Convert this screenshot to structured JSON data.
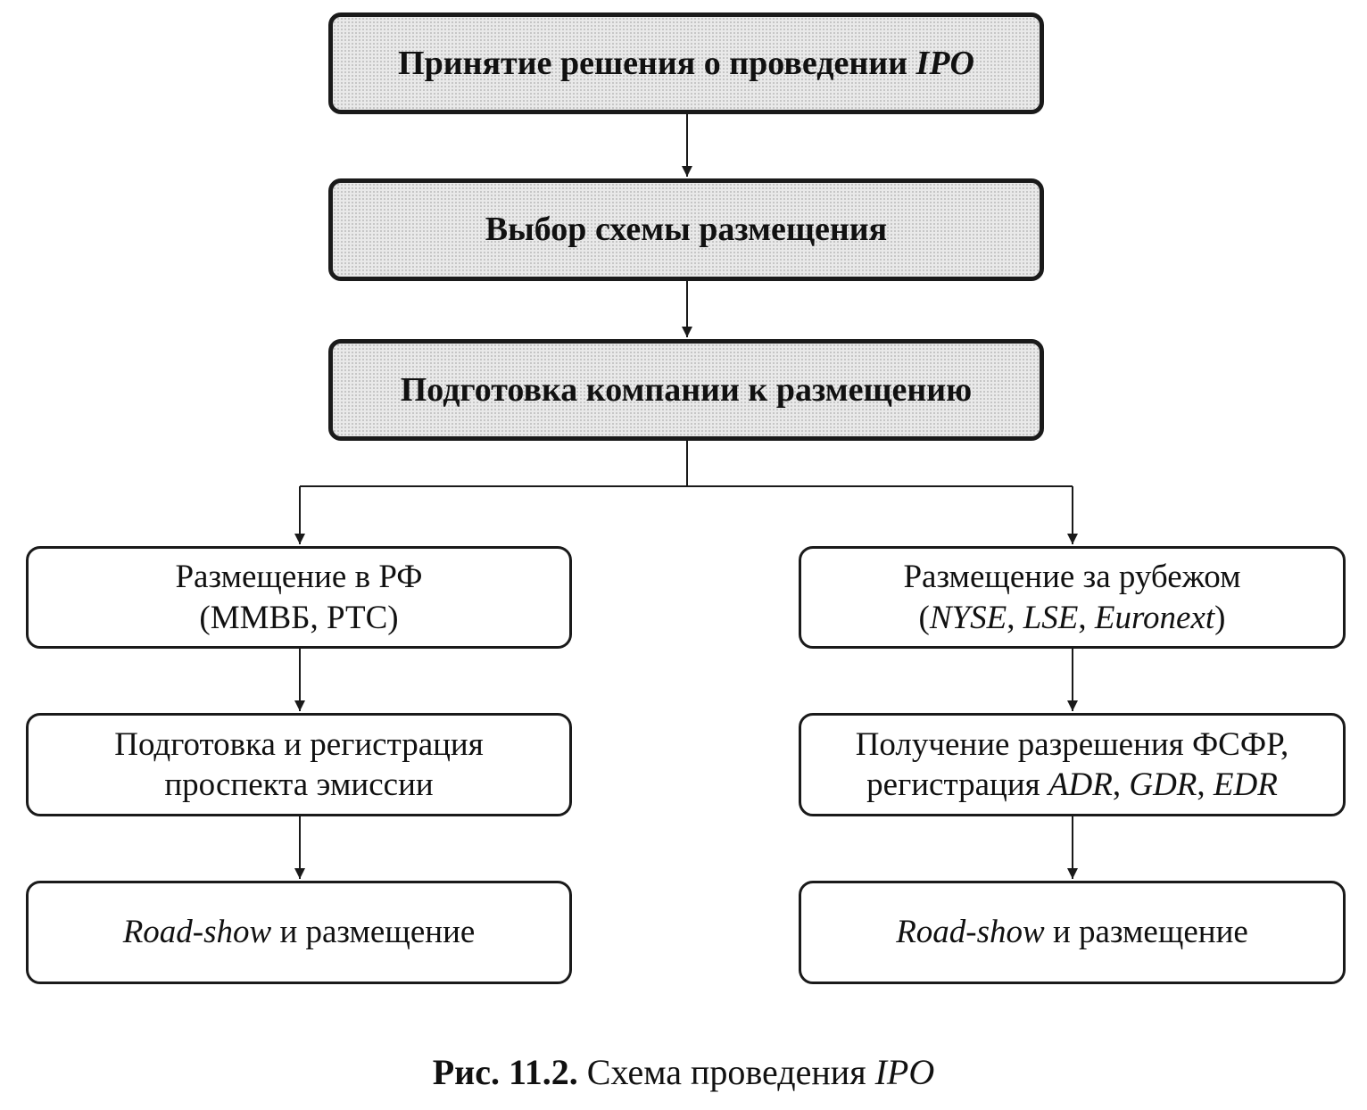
{
  "diagram": {
    "main_steps": [
      {
        "text": "Принятие решения о проведении ",
        "abbr": "IPO"
      },
      {
        "text": "Выбор схемы размещения"
      },
      {
        "text": "Подготовка компании к размещению"
      }
    ],
    "left_branch": {
      "placement": {
        "line1": "Размещение в РФ",
        "line2": "(ММВБ, РТС)"
      },
      "registration": {
        "line1": "Подготовка и регистрация",
        "line2": "проспекта эмиссии"
      },
      "roadshow": {
        "italic": "Road-show",
        "rest": " и размещение"
      }
    },
    "right_branch": {
      "placement": {
        "line1": "Размещение за рубежом",
        "open": "(",
        "ex1": "NYSE",
        "sep1": ", ",
        "ex2": "LSE",
        "sep2": ", ",
        "ex3": "Euronext",
        "close": ")"
      },
      "registration": {
        "line1": "Получение разрешения ФСФР,",
        "prefix": "регистрация ",
        "r1": "ADR",
        "sep1": ", ",
        "r2": "GDR",
        "sep2": ", ",
        "r3": "EDR"
      },
      "roadshow": {
        "italic": "Road-show",
        "rest": " и размещение"
      }
    }
  },
  "caption": {
    "label": "Рис. 11.2.",
    "text": " Схема проведения ",
    "abbr": "IPO"
  }
}
